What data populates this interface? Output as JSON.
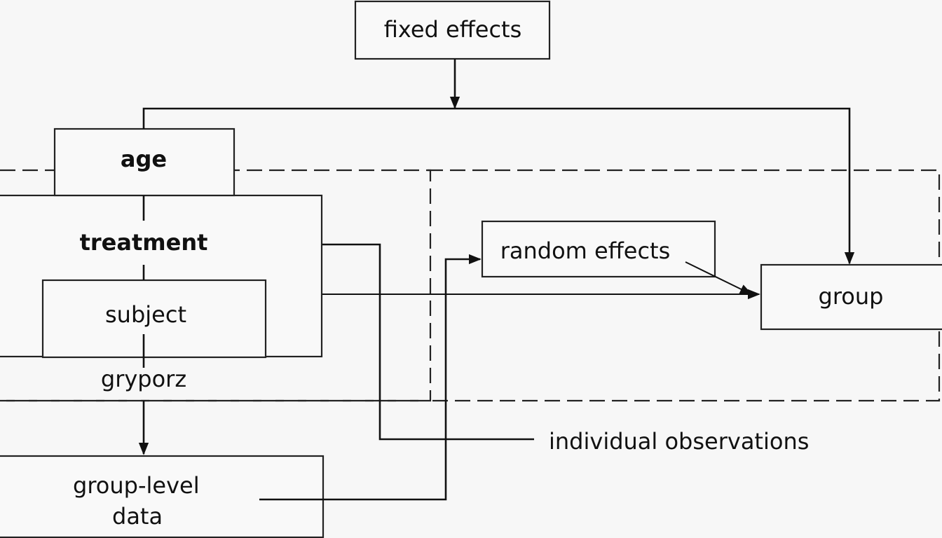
{
  "diagram": {
    "nodes": {
      "fixed_effects": "fixed effects",
      "age": "age",
      "treatment": "treatment",
      "subject": "subject",
      "gryporz": "gryporz",
      "random_effects": "random effects",
      "group": "group",
      "individual_observations": "individual observations",
      "group_level_line1": "group-level",
      "group_level_line2": "data"
    },
    "edges": [
      {
        "from": "fixed_effects",
        "to": "age"
      },
      {
        "from": "fixed_effects",
        "to": "group"
      },
      {
        "from": "treatment",
        "to": "individual_observations"
      },
      {
        "from": "treatment",
        "to": "group"
      },
      {
        "from": "random_effects",
        "to": "group"
      },
      {
        "from": "gryporz",
        "to": "group_level_data"
      },
      {
        "from": "group_level_data",
        "to": "random_effects"
      }
    ],
    "colors": {
      "stroke": "#111111",
      "background": "#f7f7f7"
    }
  }
}
